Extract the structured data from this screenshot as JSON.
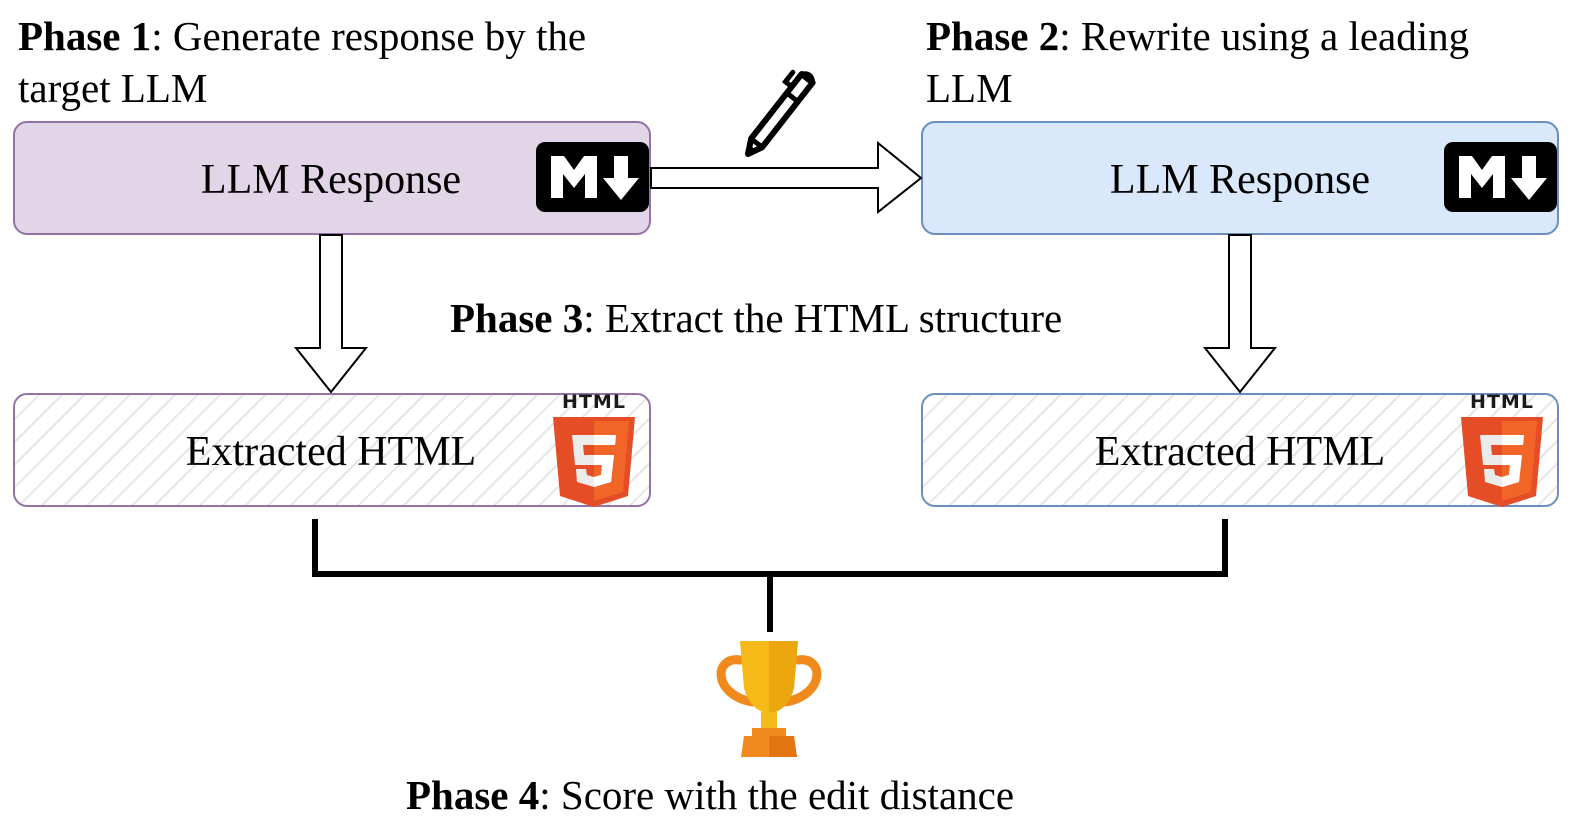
{
  "phases": {
    "p1": {
      "bold": "Phase 1",
      "rest_line1": ": Generate response by the",
      "rest_line2": "target LLM"
    },
    "p2": {
      "bold": "Phase 2",
      "rest_line1": ": Rewrite using a leading",
      "rest_line2": "LLM"
    },
    "p3": {
      "bold": "Phase 3",
      "rest": ": Extract the HTML structure"
    },
    "p4": {
      "bold": "Phase 4",
      "rest": ": Score with the edit distance"
    }
  },
  "boxes": {
    "left_response": "LLM Response",
    "right_response": "LLM Response",
    "left_extracted": "Extracted HTML",
    "right_extracted": "Extracted HTML"
  },
  "icons": {
    "markdown": "markdown-icon",
    "html5": "html5-icon",
    "html5_word": "HTML",
    "pencil": "pencil-icon",
    "trophy": "trophy-icon"
  },
  "colors": {
    "purple_fill": "#e1d5e7",
    "purple_border": "#9673a6",
    "blue_fill": "#dae8fc",
    "blue_border": "#6c8ebf",
    "html_orange": "#e44d26",
    "html_orange_light": "#f16529",
    "trophy_gold": "#f5b918",
    "trophy_base": "#f08a1c"
  }
}
